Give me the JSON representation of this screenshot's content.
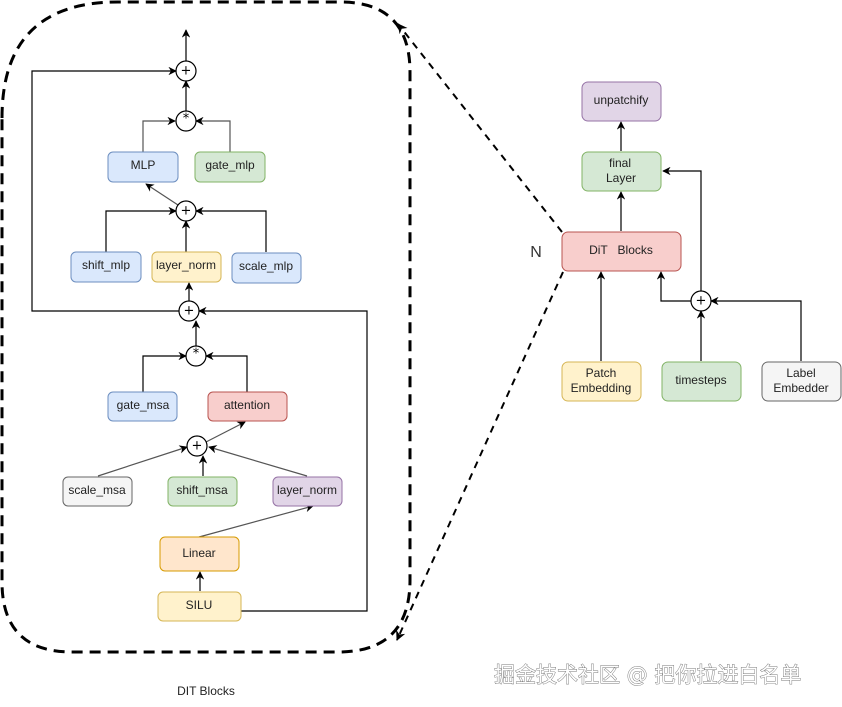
{
  "caption": "DIT Blocks",
  "n_label": "N",
  "watermark": "掘金技术社区 @ 把你拉进白名单",
  "colors": {
    "blue_fill": "#dae8fc",
    "blue_stroke": "#6c8ebf",
    "green_fill": "#d5e8d4",
    "green_stroke": "#82b366",
    "yellow_fill": "#fff2cc",
    "yellow_stroke": "#d6b656",
    "red_fill": "#f8cecc",
    "red_stroke": "#b85450",
    "purple_fill": "#e1d5e7",
    "purple_stroke": "#9673a6",
    "gray_fill": "#f5f5f5",
    "gray_stroke": "#666666",
    "orange_fill": "#ffe6cc",
    "orange_stroke": "#d79b00"
  },
  "dit_block": {
    "nodes": {
      "mlp": "MLP",
      "gate_mlp": "gate_mlp",
      "shift_mlp": "shift_mlp",
      "layer_norm_2": "layer_norm",
      "scale_mlp": "scale_mlp",
      "gate_msa": "gate_msa",
      "attention": "attention",
      "scale_msa": "scale_msa",
      "shift_msa": "shift_msa",
      "layer_norm_1": "layer_norm",
      "linear": "Linear",
      "silu": "SILU"
    },
    "ops": {
      "add": "+",
      "mul": "*"
    }
  },
  "overview": {
    "nodes": {
      "unpatchify": "unpatchify",
      "final_layer_line1": "final",
      "final_layer_line2": "Layer",
      "dit_blocks": "DiT   Blocks",
      "patch_embedding_line1": "Patch",
      "patch_embedding_line2": "Embedding",
      "timesteps": "timesteps",
      "label_embedder_line1": "Label",
      "label_embedder_line2": "Embedder"
    },
    "ops": {
      "add": "+"
    }
  }
}
